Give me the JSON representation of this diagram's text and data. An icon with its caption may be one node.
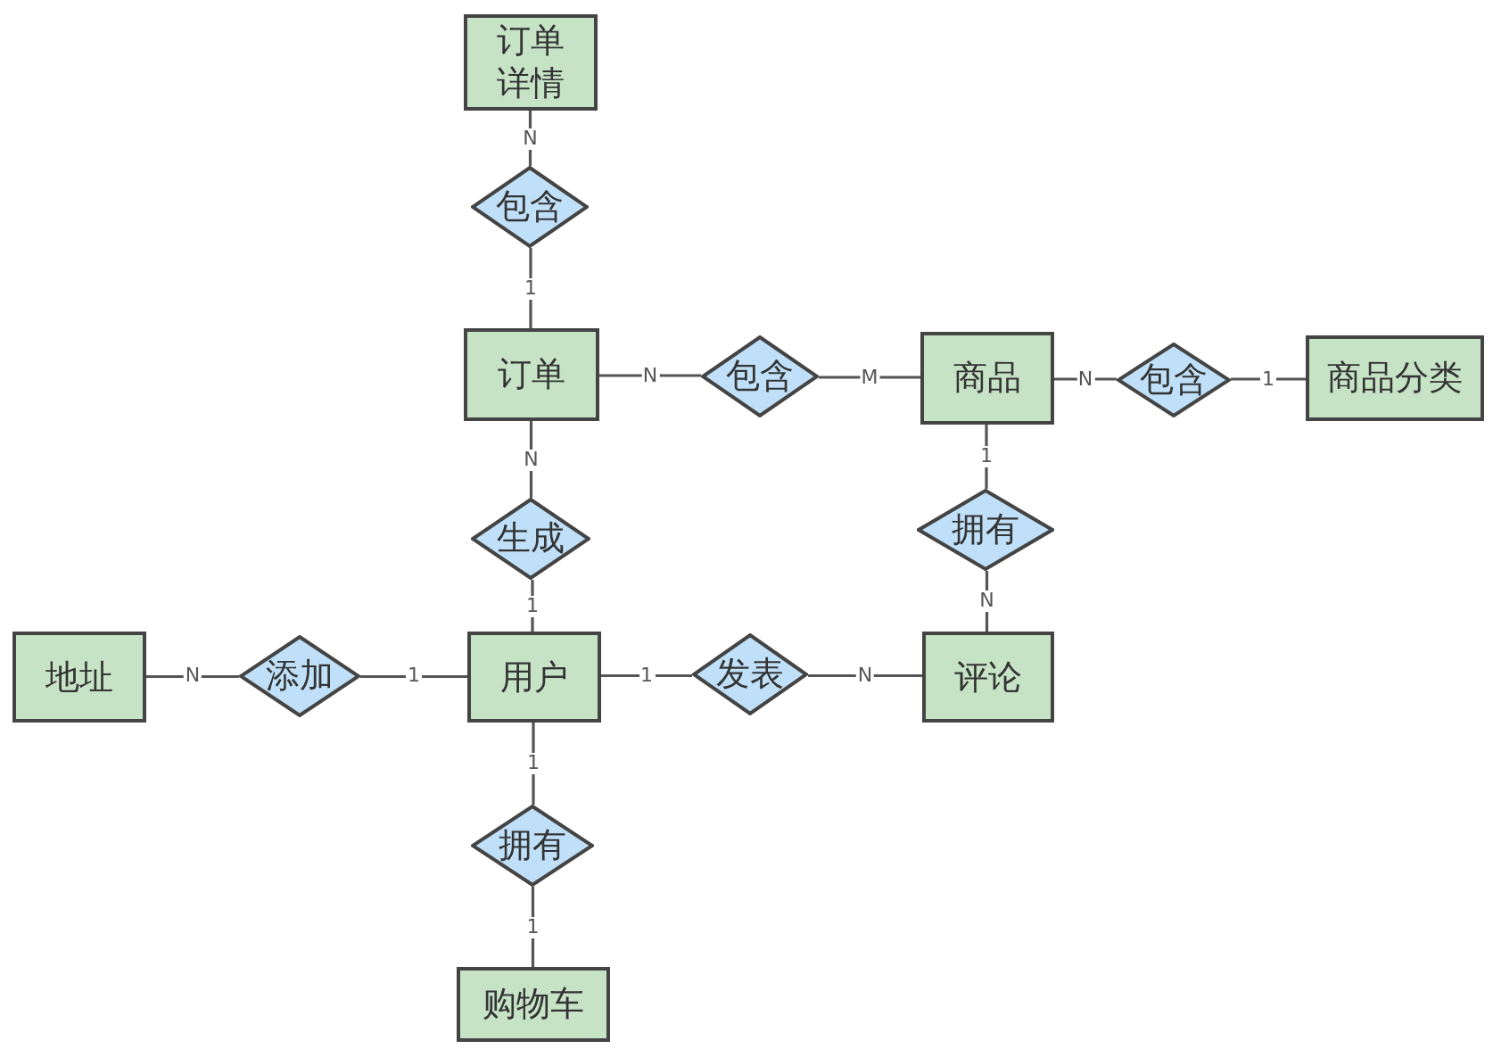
{
  "diagram": {
    "nodes": [
      {
        "text": [
          "订单详情"
        ]
      },
      {
        "text": [
          "包含"
        ]
      },
      {
        "text": [
          "订单"
        ]
      },
      {
        "text": [
          "包含"
        ]
      },
      {
        "text": [
          "商品"
        ]
      },
      {
        "text": [
          "包含"
        ]
      },
      {
        "text": [
          "商品分类"
        ]
      },
      {
        "text": [
          "生成"
        ]
      },
      {
        "text": [
          "拥有"
        ]
      },
      {
        "text": [
          "地址"
        ]
      },
      {
        "text": [
          "添加"
        ]
      },
      {
        "text": [
          "用户"
        ]
      },
      {
        "text": [
          "发表"
        ]
      },
      {
        "text": [
          "评论"
        ]
      },
      {
        "text": [
          "拥有"
        ]
      },
      {
        "text": [
          "购物车"
        ]
      }
    ],
    "edges": [
      {
        "from": 0,
        "to": 1,
        "arrow": "none",
        "label": "N"
      },
      {
        "from": 1,
        "to": 2,
        "arrow": "none",
        "label": "1"
      },
      {
        "from": 2,
        "to": 3,
        "arrow": "none",
        "label": "N"
      },
      {
        "from": 3,
        "to": 4,
        "arrow": "none",
        "label": "M"
      },
      {
        "from": 4,
        "to": 5,
        "arrow": "none",
        "label": "N"
      },
      {
        "from": 5,
        "to": 6,
        "arrow": "none",
        "label": "1"
      },
      {
        "from": 2,
        "to": 7,
        "arrow": "none",
        "label": "N"
      },
      {
        "from": 7,
        "to": 11,
        "arrow": "none",
        "label": "1"
      },
      {
        "from": 4,
        "to": 8,
        "arrow": "none",
        "label": "1"
      },
      {
        "from": 8,
        "to": 13,
        "arrow": "none",
        "label": "N"
      },
      {
        "from": 9,
        "to": 10,
        "arrow": "none",
        "label": "N"
      },
      {
        "from": 10,
        "to": 11,
        "arrow": "none",
        "label": "1"
      },
      {
        "from": 11,
        "to": 12,
        "arrow": "none",
        "label": "1"
      },
      {
        "from": 12,
        "to": 13,
        "arrow": "none",
        "label": "N"
      },
      {
        "from": 11,
        "to": 14,
        "arrow": "none",
        "label": "1"
      },
      {
        "from": 14,
        "to": 15,
        "arrow": "none",
        "label": "1"
      }
    ]
  }
}
